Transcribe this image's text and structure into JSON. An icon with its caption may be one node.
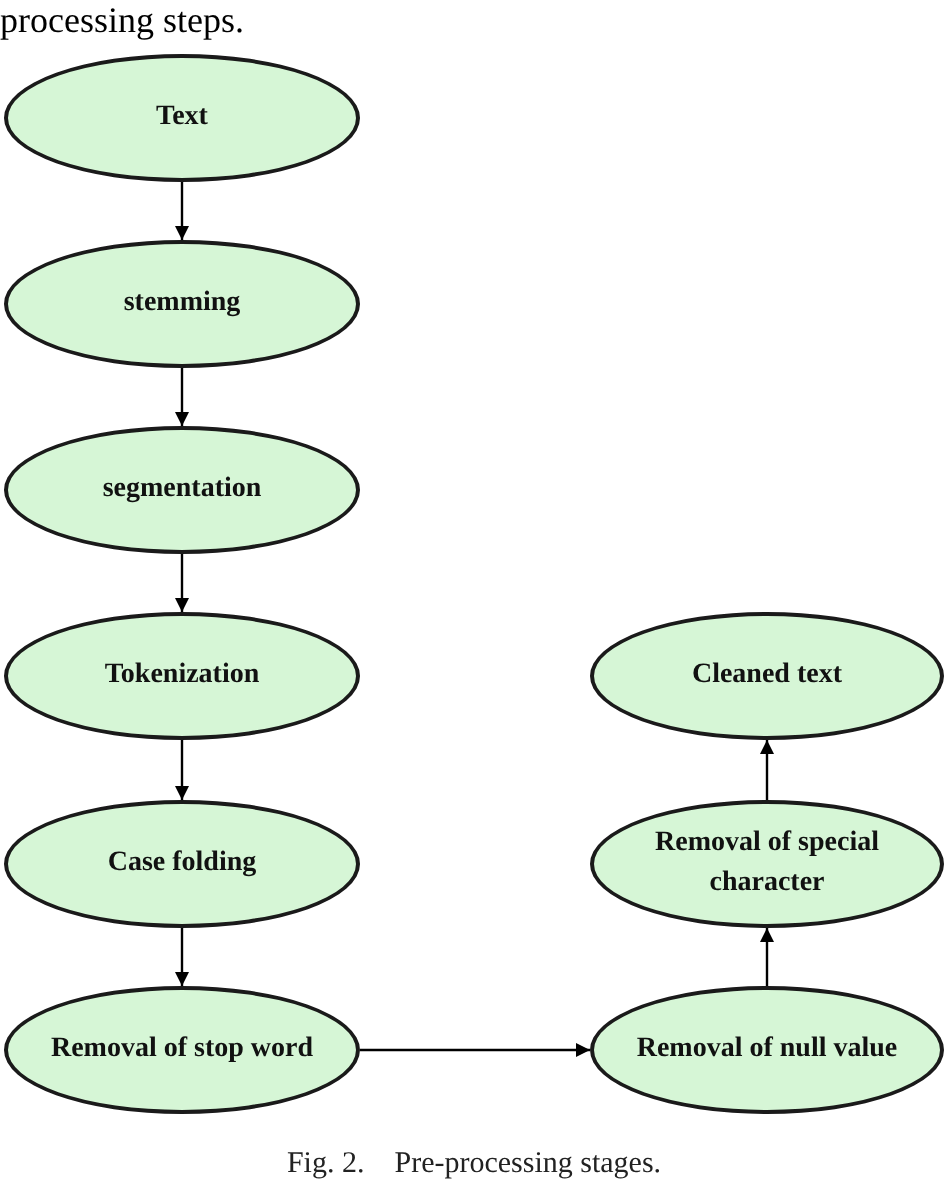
{
  "diagram": {
    "caption": "Fig. 2.    Pre-processing stages.",
    "nodes": [
      {
        "text": [
          "Text"
        ]
      },
      {
        "text": [
          "stemming"
        ]
      },
      {
        "text": [
          "segmentation"
        ]
      },
      {
        "text": [
          "Tokenization"
        ]
      },
      {
        "text": [
          "Case folding"
        ]
      },
      {
        "text": [
          "Removal of stop word"
        ]
      },
      {
        "text": [
          "Removal of null value"
        ]
      },
      {
        "text": [
          "Removal of special character"
        ]
      },
      {
        "text": [
          "Cleaned text"
        ]
      }
    ],
    "edges": [
      {
        "from": 0,
        "to": 1,
        "arrow": "to"
      },
      {
        "from": 1,
        "to": 2,
        "arrow": "to"
      },
      {
        "from": 2,
        "to": 3,
        "arrow": "to"
      },
      {
        "from": 3,
        "to": 4,
        "arrow": "to"
      },
      {
        "from": 4,
        "to": 5,
        "arrow": "to"
      },
      {
        "from": 5,
        "to": 6,
        "arrow": "to"
      },
      {
        "from": 6,
        "to": 7,
        "arrow": "to"
      },
      {
        "from": 7,
        "to": 8,
        "arrow": "to"
      }
    ],
    "labels": [
      "processing steps."
    ]
  }
}
